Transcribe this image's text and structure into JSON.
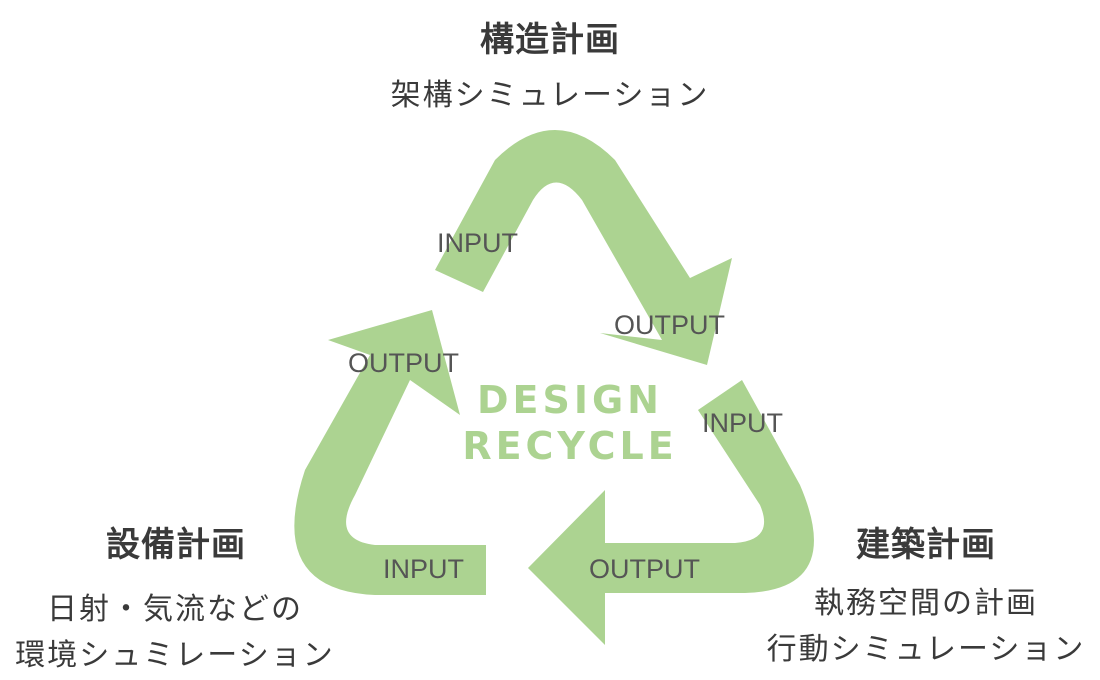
{
  "colors": {
    "arrow": "#acd391",
    "center_text": "#acd391",
    "label": "#555555",
    "title": "#3a3a3a"
  },
  "center": {
    "line1": "DESIGN",
    "line2": "RECYCLE"
  },
  "nodes": {
    "top": {
      "title": "構造計画",
      "desc1": "架構シミュレーション"
    },
    "left": {
      "title": "設備計画",
      "desc1": "日射・気流などの",
      "desc2": "環境シュミレーション"
    },
    "right": {
      "title": "建築計画",
      "desc1": "執務空間の計画",
      "desc2": "行動シミュレーション"
    }
  },
  "io": {
    "top_input": "INPUT",
    "top_output": "OUTPUT",
    "right_input": "INPUT",
    "right_output": "OUTPUT",
    "left_input": "INPUT",
    "left_output": "OUTPUT"
  }
}
